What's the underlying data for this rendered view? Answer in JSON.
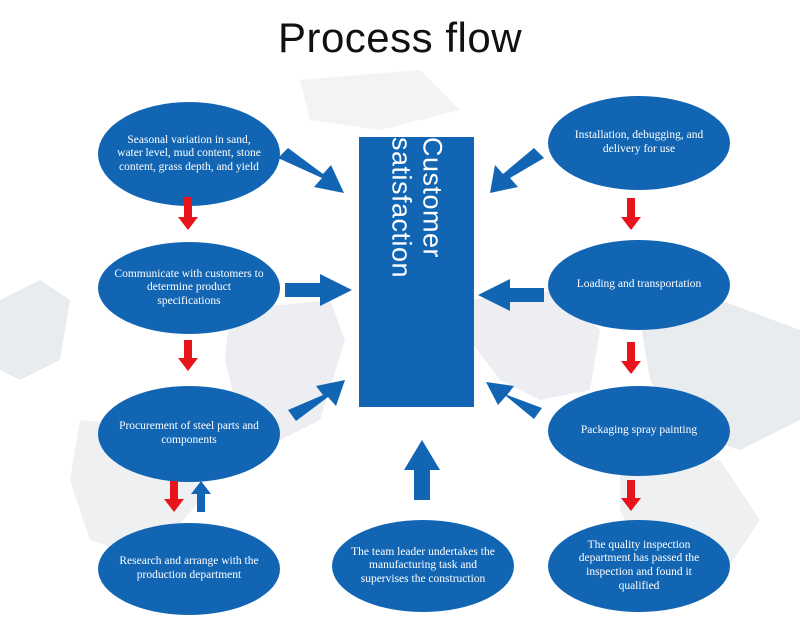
{
  "title": "Process flow",
  "center": {
    "label": "Customer satisfaction"
  },
  "nodes": {
    "seasonal": "Seasonal variation in sand, water level, mud content, stone content, grass depth, and yield",
    "communicate": "Communicate with customers to determine product specifications",
    "procurement": "Procurement of steel parts and components",
    "research": "Research and arrange with the production department",
    "team_leader": "The team leader undertakes the manufacturing task and supervises the construction",
    "installation": "Installation, debugging, and delivery for use",
    "loading": "Loading and transportation",
    "packaging": "Packaging spray painting",
    "inspection": "The quality inspection department has passed the inspection and found it qualified"
  },
  "colors": {
    "blue": "#1165b3",
    "red_arrow": "#e8141b",
    "blue_arrow": "#1165b3",
    "map": "#e6e9ec"
  }
}
